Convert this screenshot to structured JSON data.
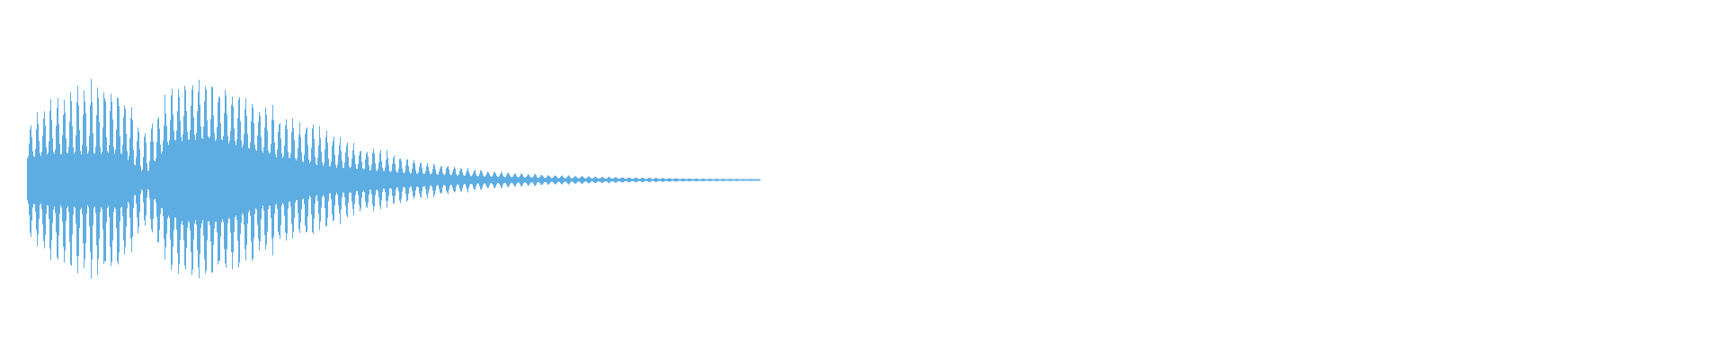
{
  "chart_data": {
    "type": "waveform",
    "title": "",
    "xlabel": "",
    "ylabel": "",
    "axes_visible": false,
    "grid": false,
    "legend": "none",
    "ylim": [
      -1,
      1
    ],
    "color": "#5dade2",
    "background": "#ffffff",
    "peak_envelope": [
      0.55,
      0.8,
      0.95,
      0.98,
      0.95,
      0.5,
      0.9,
      0.98,
      0.95,
      0.85,
      0.75,
      0.62,
      0.6,
      0.45,
      0.35,
      0.3,
      0.22,
      0.17,
      0.14,
      0.1,
      0.08,
      0.06,
      0.05,
      0.04,
      0.03,
      0.025,
      0.02,
      0.015,
      0.01,
      0.008,
      0.006,
      0.004
    ],
    "core_envelope": [
      0.2,
      0.25,
      0.25,
      0.25,
      0.25,
      0.05,
      0.35,
      0.4,
      0.38,
      0.33,
      0.25,
      0.2,
      0.15,
      0.12,
      0.1,
      0.08,
      0.06,
      0.05,
      0.04,
      0.03,
      0.025,
      0.02,
      0.015,
      0.012,
      0.01,
      0.008,
      0.006,
      0.005,
      0.004,
      0.003,
      0.002,
      0.002
    ]
  }
}
